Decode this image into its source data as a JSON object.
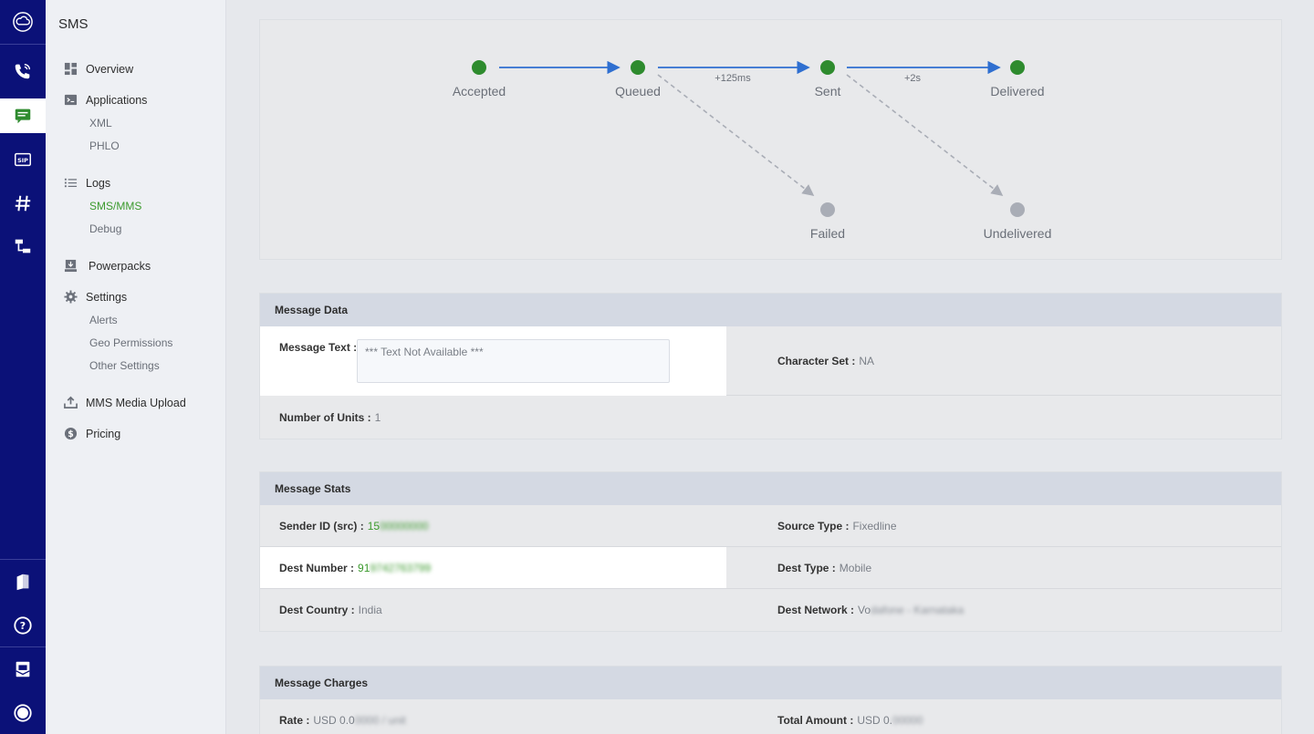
{
  "rail": {
    "items": [
      "cloud-icon",
      "phone-icon",
      "sms-icon",
      "sip-icon",
      "hash-icon",
      "flow-icon",
      "book-icon",
      "help-icon",
      "mail-icon",
      "circle-icon"
    ]
  },
  "sidebar": {
    "title": "SMS",
    "overview": "Overview",
    "applications": "Applications",
    "xml": "XML",
    "phlo": "PHLO",
    "logs": "Logs",
    "sms_mms": "SMS/MMS",
    "debug": "Debug",
    "powerpacks": "Powerpacks",
    "settings": "Settings",
    "alerts": "Alerts",
    "geo_permissions": "Geo Permissions",
    "other_settings": "Other Settings",
    "mms_media_upload": "MMS Media Upload",
    "pricing": "Pricing"
  },
  "flow": {
    "nodes": {
      "accepted": "Accepted",
      "queued": "Queued",
      "sent": "Sent",
      "delivered": "Delivered",
      "failed": "Failed",
      "undelivered": "Undelivered"
    },
    "edge_queued_sent": "+125ms",
    "edge_sent_delivered": "+2s",
    "colors": {
      "success": "#2e8b2e",
      "pending": "#a9adb6",
      "arrow": "#2f6fd0"
    }
  },
  "message_data": {
    "title": "Message Data",
    "text_label": "Message Text :",
    "text_value": "*** Text Not Available ***",
    "charset_label": "Character Set :",
    "charset_value": "NA",
    "units_label": "Number of Units :",
    "units_value": "1"
  },
  "message_stats": {
    "title": "Message Stats",
    "sender_label": "Sender ID (src) :",
    "sender_prefix": "15",
    "sender_hidden": "00000000",
    "source_type_label": "Source Type :",
    "source_type_value": "Fixedline",
    "dest_number_label": "Dest Number :",
    "dest_number_prefix": "91",
    "dest_number_hidden": "9742763799",
    "dest_type_label": "Dest Type :",
    "dest_type_value": "Mobile",
    "dest_country_label": "Dest Country :",
    "dest_country_value": "India",
    "dest_network_label": "Dest Network :",
    "dest_network_prefix": "Vo",
    "dest_network_hidden": "dafone - Karnataka"
  },
  "message_charges": {
    "title": "Message Charges",
    "rate_label": "Rate :",
    "rate_prefix": "USD 0.0",
    "rate_hidden": "0000 / unit",
    "total_label": "Total Amount :",
    "total_prefix": "USD 0.",
    "total_hidden": "00000"
  }
}
